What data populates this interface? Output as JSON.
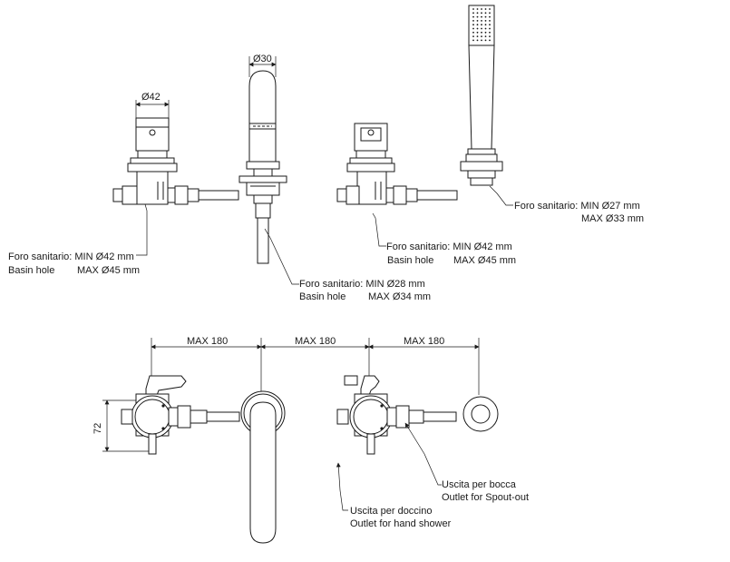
{
  "dimensions": {
    "diameter_mixer": "Ø42",
    "diameter_spout": "Ø30",
    "spacing_1": "MAX 180",
    "spacing_2": "MAX 180",
    "spacing_3": "MAX 180",
    "height_72": "72"
  },
  "callouts": {
    "mixer_left": {
      "line1": "Foro sanitario: MIN Ø42 mm",
      "line2_a": "Basin hole",
      "line2_b": "MAX Ø45 mm"
    },
    "spout": {
      "line1": "Foro sanitario: MIN Ø28 mm",
      "line2_a": "Basin hole",
      "line2_b": "MAX Ø34 mm"
    },
    "diverter": {
      "line1": "Foro sanitario: MIN Ø42 mm",
      "line2_a": "Basin hole",
      "line2_b": "MAX Ø45 mm"
    },
    "shower": {
      "line1": "Foro sanitario: MIN Ø27 mm",
      "line2": "MAX Ø33 mm"
    },
    "outlet_spout": {
      "line1": "Uscita per bocca",
      "line2": "Outlet for Spout-out"
    },
    "outlet_shower": {
      "line1": "Uscita per doccino",
      "line2": "Outlet for hand shower"
    }
  },
  "colors": {
    "stroke": "#1a1a1a",
    "background": "#ffffff"
  }
}
